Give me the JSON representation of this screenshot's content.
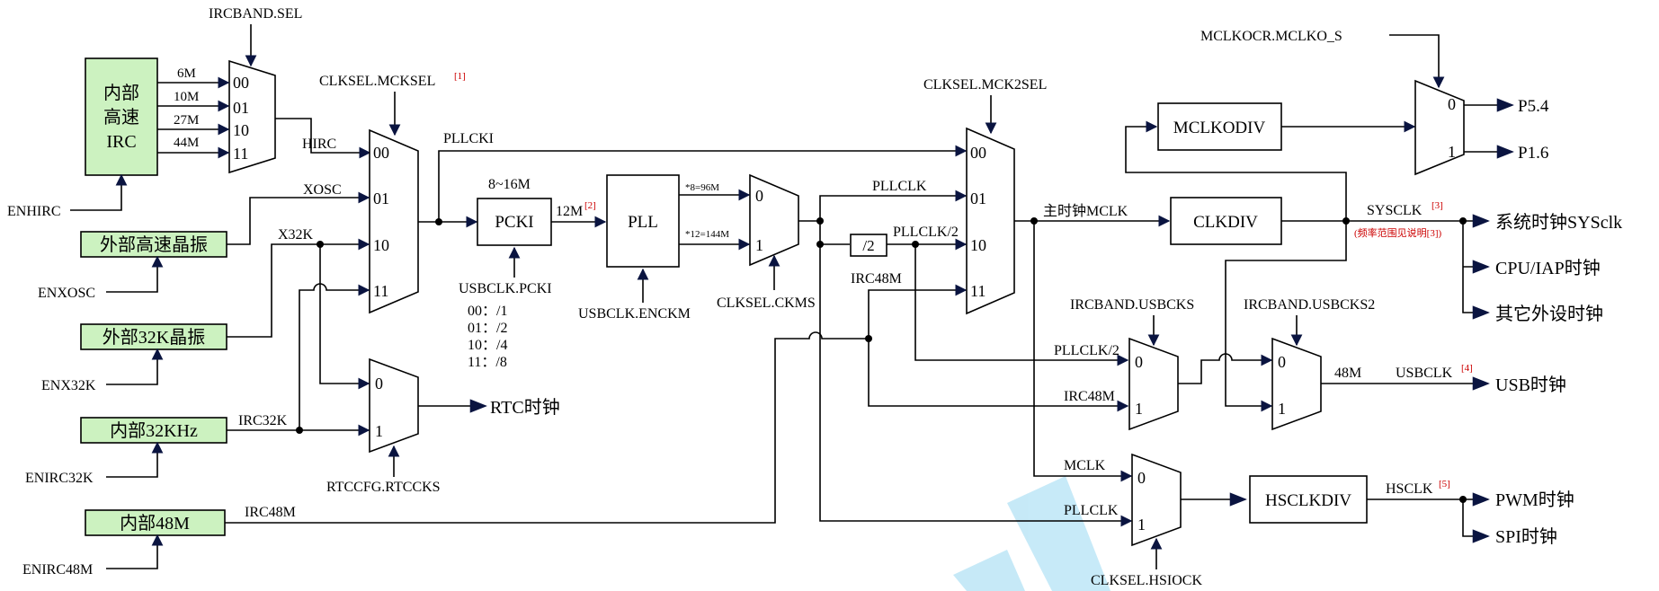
{
  "sources": {
    "hirc_box": [
      "内部",
      "高速",
      "IRC"
    ],
    "xosc_box": "外部高速晶振",
    "x32k_box": "外部32K晶振",
    "irc32k_box": "内部32KHz",
    "irc48m_box": "内部48M"
  },
  "enables": {
    "hirc": "ENHIRC",
    "xosc": "ENXOSC",
    "x32k": "ENX32K",
    "irc32k": "ENIRC32K",
    "irc48m": "ENIRC48M"
  },
  "ircband_mux": {
    "select": "IRCBAND.SEL",
    "inputs": [
      "00",
      "01",
      "10",
      "11"
    ],
    "freqs": [
      "6M",
      "10M",
      "27M",
      "44M"
    ],
    "output": "HIRC"
  },
  "mcksel_mux": {
    "select": "CLKSEL.MCKSEL",
    "note": "[1]",
    "inputs": [
      "00",
      "01",
      "10",
      "11"
    ],
    "input_labels": [
      "XOSC",
      "X32K"
    ]
  },
  "pcki": {
    "label": "PCKI",
    "range": "8~16M",
    "out": "12M",
    "out_note": "[2]",
    "select": "USBCLK.PCKI",
    "divs": [
      "00：/1",
      "01：/2",
      "10：/4",
      "11：/8"
    ],
    "pllcki": "PLLCKI"
  },
  "pll": {
    "label": "PLL",
    "select": "USBCLK.ENCKM",
    "out0": "*8=96M",
    "out1": "*12=144M"
  },
  "ckms_mux": {
    "select": "CLKSEL.CKMS",
    "inputs": [
      "0",
      "1"
    ]
  },
  "mck2sel_mux": {
    "select": "CLKSEL.MCK2SEL",
    "inputs": [
      "00",
      "01",
      "10",
      "11"
    ],
    "input_labels": [
      "PLLCLK",
      "PLLCLK/2",
      "IRC48M"
    ],
    "div2": "/2"
  },
  "mclko": {
    "select": "MCLKOCR.MCLKO_S",
    "div": "MCLKODIV",
    "inputs": [
      "0",
      "1"
    ],
    "outputs": [
      "P5.4",
      "P1.6"
    ]
  },
  "main": {
    "mclk": "主时钟MCLK",
    "clkdiv": "CLKDIV",
    "sysclk": "SYSCLK",
    "sysclk_note": "[3]",
    "range_note": "(频率范围见说明[3])",
    "outputs": [
      "系统时钟SYSclk",
      "CPU/IAP时钟",
      "其它外设时钟"
    ]
  },
  "rtc": {
    "inputs": [
      "0",
      "1"
    ],
    "irc32k": "IRC32K",
    "select": "RTCCFG.RTCCKS",
    "output": "RTC时钟"
  },
  "usb": {
    "sel1": "IRCBAND.USBCKS",
    "sel2": "IRCBAND.USBCKS2",
    "in_a": [
      "PLLCLK/2",
      "IRC48M"
    ],
    "inputs": [
      "0",
      "1"
    ],
    "freq": "48M",
    "usbclk": "USBCLK",
    "usbclk_note": "[4]",
    "output": "USB时钟"
  },
  "hsclk": {
    "in_a": [
      "MCLK",
      "PLLCLK"
    ],
    "inputs": [
      "0",
      "1"
    ],
    "select": "CLKSEL.HSIOCK",
    "div": "HSCLKDIV",
    "label": "HSCLK",
    "note": "[5]",
    "outputs": [
      "PWM时钟",
      "SPI时钟"
    ]
  },
  "irc48m_wire": "IRC48M"
}
